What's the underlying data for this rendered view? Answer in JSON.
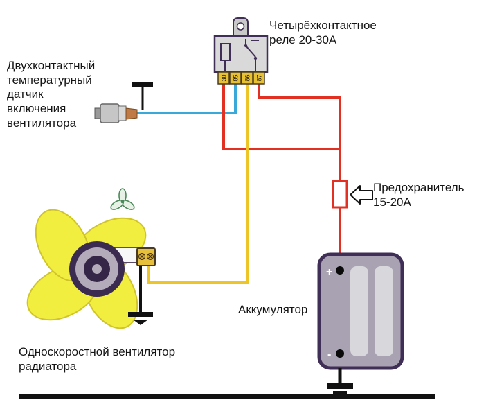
{
  "colors": {
    "wire_red": "#e23023",
    "wire_blue": "#3aa8d8",
    "wire_yellow": "#eec527",
    "wire_black": "#111111",
    "outline_purple": "#3f2e55",
    "relay_fill": "#d9d9d9",
    "relay_tab": "#c9c9c9",
    "terminal_yellow": "#e7c132",
    "fan_yellow": "#f2ee3f",
    "fan_stroke": "#cfc52a",
    "hub_dark": "#3b2b50",
    "hub_gray": "#b3abba",
    "battery_fill": "#a9a2b2",
    "battery_panel": "#d8d7dc",
    "connector_yellow": "#e6c03c",
    "copper": "#bf7a45",
    "mini_fan_green": "#4a8a5a",
    "bg": "#ffffff"
  },
  "labels": {
    "relay": {
      "text": "Четырёхконтактное\nреле 20-30А"
    },
    "sensor": {
      "text": "Двухконтактный\nтемпературный\nдатчик\nвключения\nвентилятора"
    },
    "fuse": {
      "text": "Предохранитель\n15-20А"
    },
    "battery": {
      "text": "Аккумулятор"
    },
    "fan": {
      "text": "Односкоростной вентилятор\nрадиатора"
    }
  },
  "relay": {
    "terminals": [
      "30",
      "85",
      "86",
      "87"
    ]
  },
  "battery": {
    "plus_sign": "+",
    "minus_sign": "-"
  }
}
